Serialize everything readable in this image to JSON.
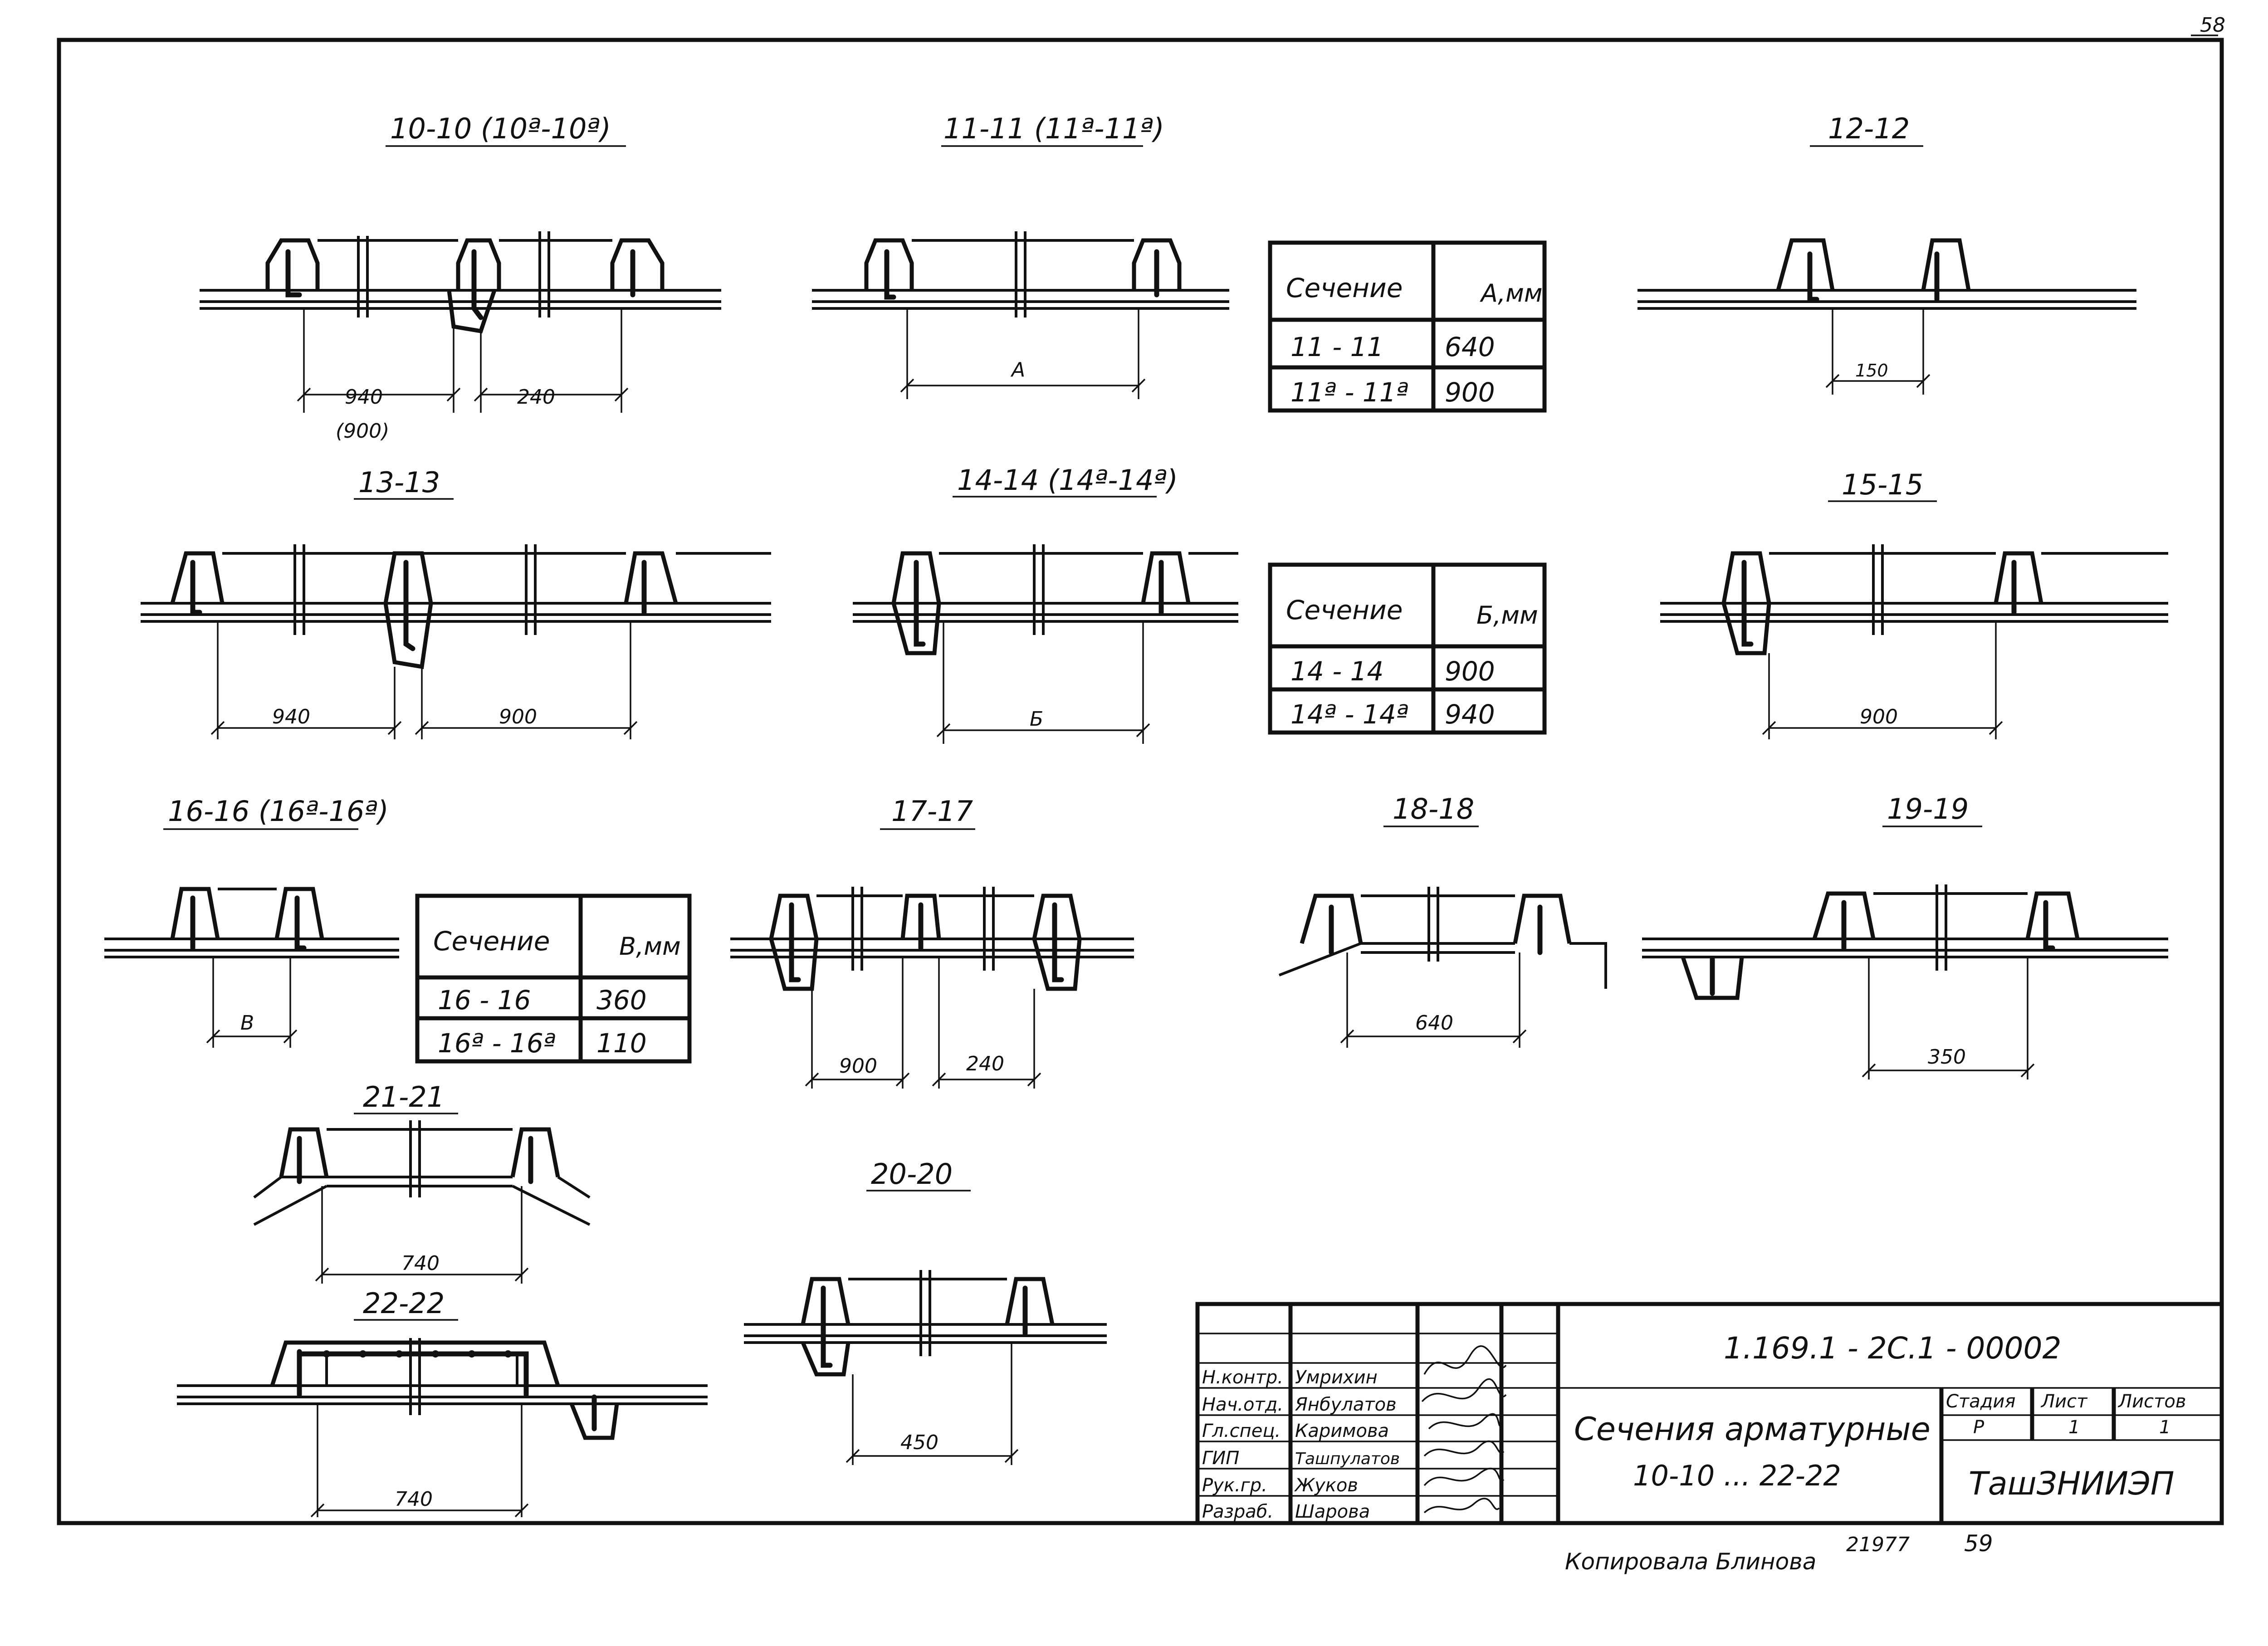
{
  "page_number": "58",
  "sections": {
    "s10": {
      "title": "10-10 (10ª-10ª)",
      "dims": [
        "940",
        "(900)",
        "240"
      ]
    },
    "s11": {
      "title": "11-11 (11ª-11ª)",
      "dims": [
        "A"
      ]
    },
    "s12": {
      "title": "12-12",
      "dims": [
        "150"
      ]
    },
    "s13": {
      "title": "13-13",
      "dims": [
        "940",
        "900"
      ]
    },
    "s14": {
      "title": "14-14 (14ª-14ª)",
      "dims": [
        "Б"
      ]
    },
    "s15": {
      "title": "15-15",
      "dims": [
        "900"
      ]
    },
    "s16": {
      "title": "16-16 (16ª-16ª)",
      "dims": [
        "B"
      ]
    },
    "s17": {
      "title": "17-17",
      "dims": [
        "900",
        "240"
      ]
    },
    "s18": {
      "title": "18-18",
      "dims": [
        "640"
      ]
    },
    "s19": {
      "title": "19-19",
      "dims": [
        "350"
      ]
    },
    "s20": {
      "title": "20-20",
      "dims": [
        "450"
      ]
    },
    "s21": {
      "title": "21-21",
      "dims": [
        "740"
      ]
    },
    "s22": {
      "title": "22-22",
      "dims": [
        "740"
      ]
    }
  },
  "tables": {
    "a": {
      "headers": [
        "Сечение",
        "А,мм"
      ],
      "rows": [
        [
          "11 - 11",
          "640"
        ],
        [
          "11ª - 11ª",
          "900"
        ]
      ]
    },
    "b": {
      "headers": [
        "Сечение",
        "Б,мм"
      ],
      "rows": [
        [
          "14 - 14",
          "900"
        ],
        [
          "14ª - 14ª",
          "940"
        ]
      ]
    },
    "v": {
      "headers": [
        "Сечение",
        "В,мм"
      ],
      "rows": [
        [
          "16 - 16",
          "360"
        ],
        [
          "16ª - 16ª",
          "110"
        ]
      ]
    }
  },
  "title_block": {
    "document_code": "1.169.1 - 2C.1 - 00002",
    "drawing_title_line1": "Сечения арматурные",
    "drawing_title_line2": "10-10 ... 22-22",
    "stage_headers": [
      "Стадия",
      "Лист",
      "Листов"
    ],
    "stage_values": [
      "Р",
      "1",
      "1"
    ],
    "organization": "ТашЗНИИЭП",
    "signatures": [
      {
        "role": "Н.контр.",
        "name": "Умрихин"
      },
      {
        "role": "Нач.отд.",
        "name": "Янбулатов"
      },
      {
        "role": "Гл.спец.",
        "name": "Каримова"
      },
      {
        "role": "ГИП",
        "name": "Ташпулатов"
      },
      {
        "role": "Рук.гр.",
        "name": "Жуков"
      },
      {
        "role": "Разраб.",
        "name": "Шарова"
      }
    ]
  },
  "footer": {
    "copied_by": "Копировала  Блинова",
    "archive_number": "21977",
    "sheet_number": "59"
  }
}
